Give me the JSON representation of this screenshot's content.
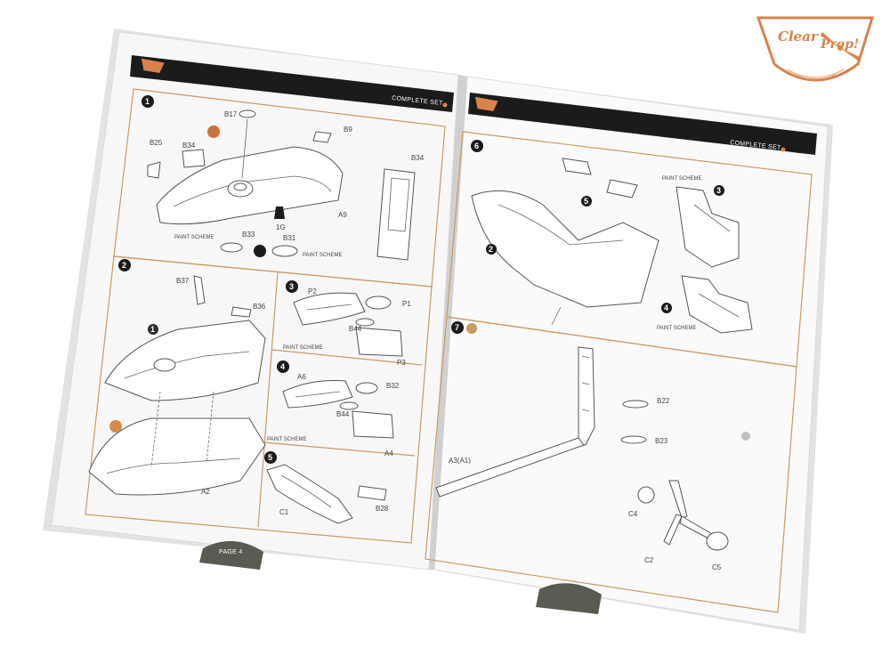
{
  "brand": {
    "logo_line1": "Clear",
    "logo_line2": "Prop!",
    "color": "#d9824a"
  },
  "left_page": {
    "header": "COMPLETE SET",
    "footer": "PAGE 4",
    "steps": [
      {
        "num": "1",
        "parts": [
          "B17",
          "B9",
          "B25",
          "B34",
          "B33",
          "B31",
          "A9",
          "1G",
          "B34"
        ],
        "paint": [
          "PAINT SCHEME",
          "PAINT SCHEME"
        ]
      },
      {
        "num": "2",
        "parts": [
          "B37",
          "B36",
          "A2"
        ],
        "sub": "1"
      },
      {
        "num": "3",
        "parts": [
          "P2",
          "P1",
          "B44",
          "P3"
        ],
        "paint": [
          "PAINT SCHEME"
        ]
      },
      {
        "num": "4",
        "parts": [
          "A6",
          "B32",
          "B44",
          "A4"
        ],
        "paint": [
          "PAINT SCHEME"
        ]
      },
      {
        "num": "5",
        "parts": [
          "C1",
          "B28"
        ]
      }
    ]
  },
  "right_page": {
    "header": "COMPLETE SET",
    "steps": [
      {
        "num": "6",
        "parts": [],
        "subs": [
          "5",
          "2",
          "3",
          "4"
        ],
        "paint": [
          "PAINT SCHEME",
          "PAINT SCHEME"
        ]
      },
      {
        "num": "7",
        "parts": [
          "B22",
          "B23",
          "A3(A1)",
          "C4",
          "C2",
          "C5"
        ]
      }
    ]
  },
  "colors": {
    "accent": "#c99a62",
    "header_bar": "#1b1b1b",
    "paint_marker": "#d68a4c"
  }
}
